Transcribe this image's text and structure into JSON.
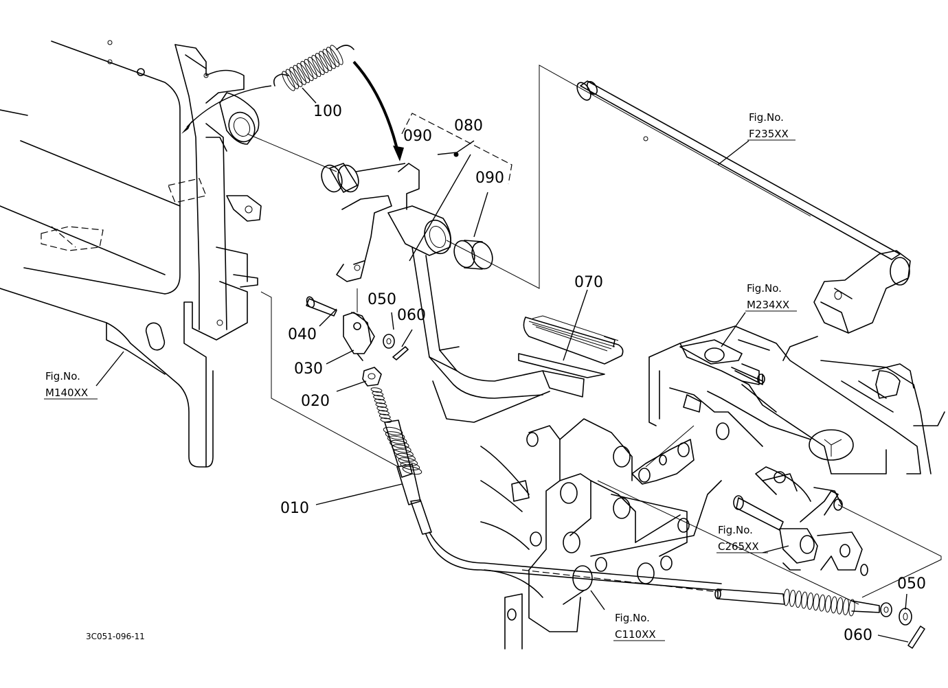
{
  "drawing_code": "3C051-096-11",
  "part_labels": {
    "p100": "100",
    "p090a": "090",
    "p080": "080",
    "p090b": "090",
    "p070": "070",
    "p050a": "050",
    "p060a": "060",
    "p040": "040",
    "p030": "030",
    "p020": "020",
    "p010": "010",
    "p050b": "050",
    "p060b": "060"
  },
  "fig_refs": {
    "f235": {
      "title": "Fig.No.",
      "code": "F235XX"
    },
    "m234": {
      "title": "Fig.No.",
      "code": "M234XX"
    },
    "m140": {
      "title": "Fig.No.",
      "code": "M140XX"
    },
    "c265": {
      "title": "Fig.No.",
      "code": "C265XX"
    },
    "c110": {
      "title": "Fig.No.",
      "code": "C110XX"
    }
  }
}
